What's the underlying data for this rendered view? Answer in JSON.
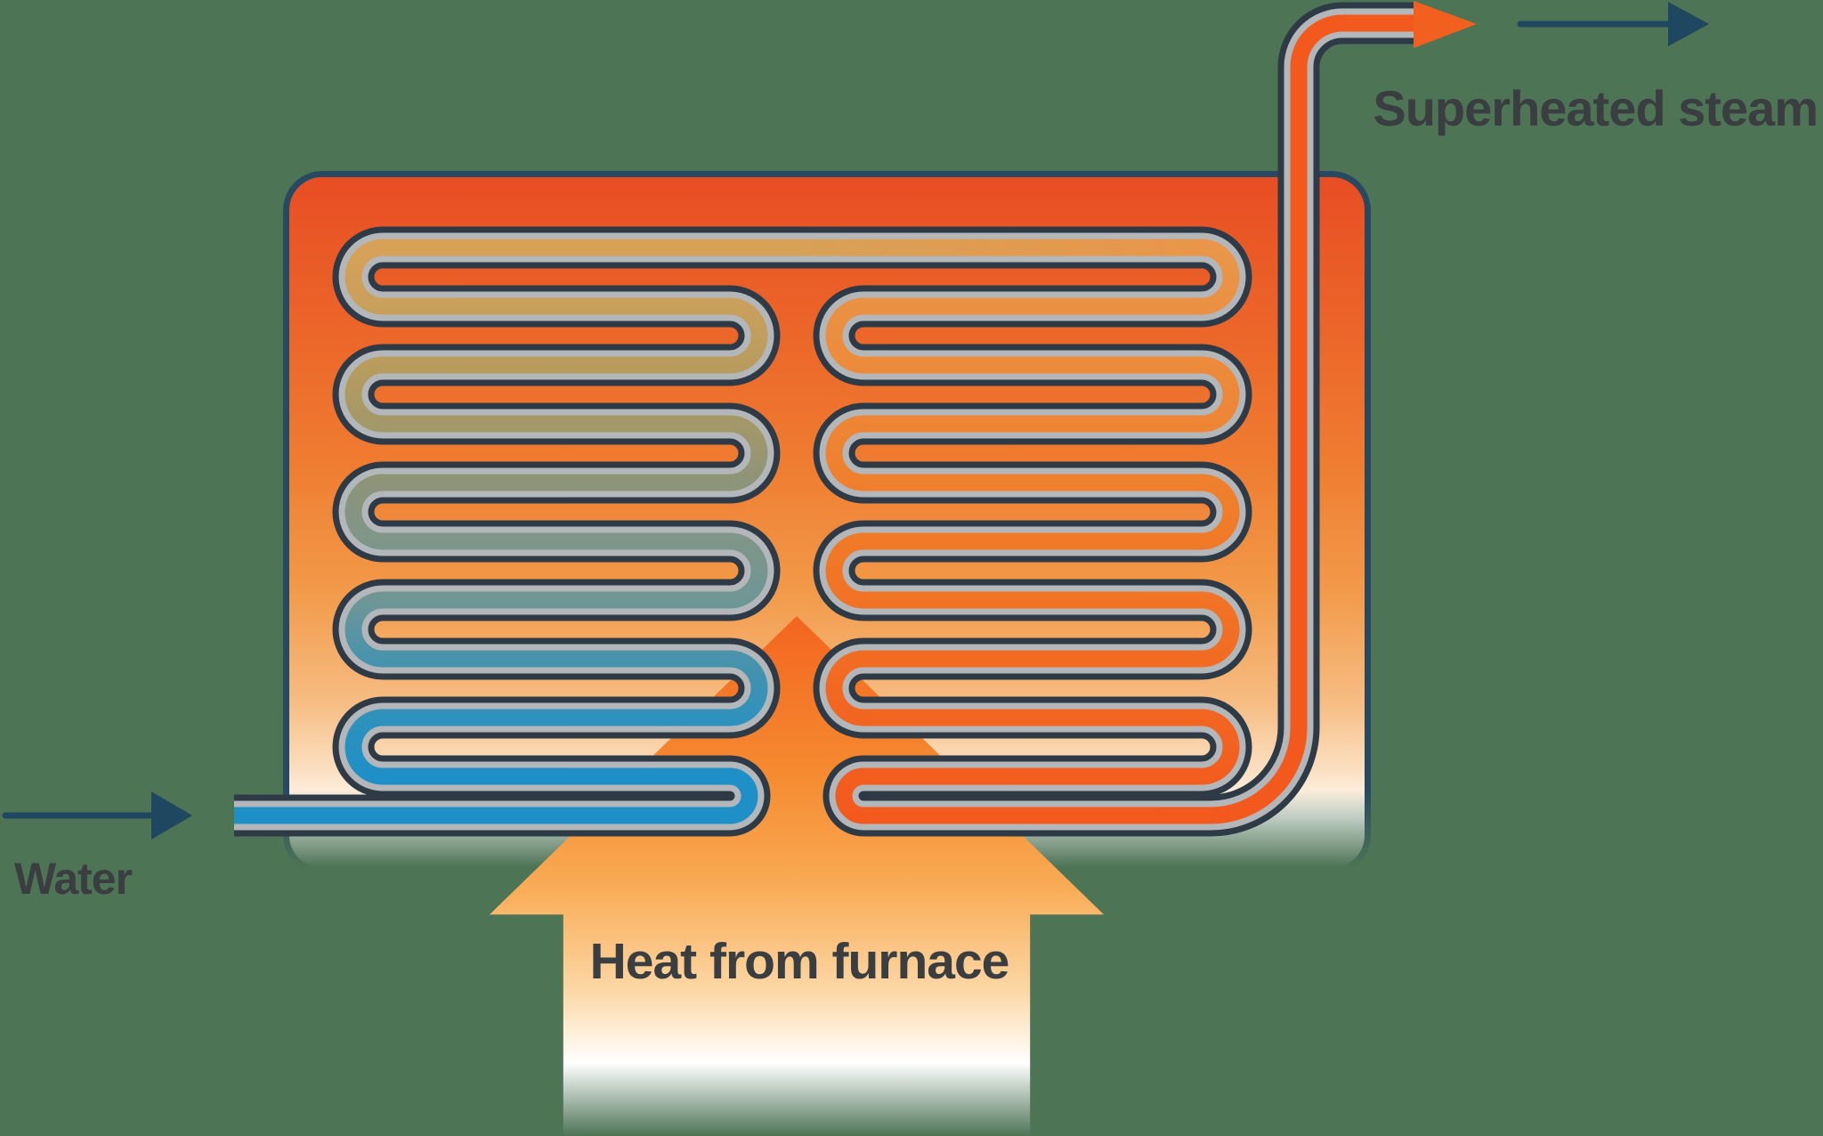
{
  "labels": {
    "water": "Water",
    "heat_source": "Heat from furnace",
    "output": "Superheated steam"
  },
  "colors": {
    "bg": "#4e7456",
    "box_border": "#274a62",
    "box_top": "#e84e24",
    "box_upper": "#ec6529",
    "box_mid": "#ef7d31",
    "box_lower": "#f29a49",
    "box_peach": "#f6bc82",
    "box_cream": "#fbe0c2",
    "tube_outline": "#2e3b46",
    "tube_casing": "#b4b7b9",
    "fluid_a0": "#d7a157",
    "fluid_a1": "#c9a05c",
    "fluid_a2": "#b89c5e",
    "fluid_a3": "#a39868",
    "fluid_a4": "#8e9478",
    "fluid_a5": "#7e968a",
    "fluid_a6": "#6f9695",
    "fluid_a7": "#4a93ac",
    "fluid_a8": "#2e92bc",
    "fluid_a9": "#1f8fc7",
    "fluid_amber": "#e9964a",
    "fluid_hot_mid": "#f07b28",
    "fluid_hot": "#f3591d",
    "steam_orange": "#f2601f",
    "arrow_navy": "#1f475f",
    "text_dark": "#3a3e41",
    "heat_top": "#f3651f",
    "heat_mid1": "#f58a30",
    "heat_mid2": "#f9ab55",
    "heat_pale": "#fcd7a5"
  }
}
